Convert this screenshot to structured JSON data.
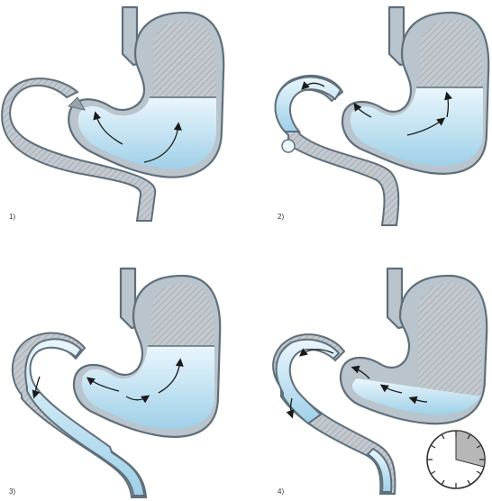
{
  "panels": [
    {
      "label": "1)"
    },
    {
      "label": "2)"
    },
    {
      "label": "3)"
    },
    {
      "label": "4)"
    }
  ],
  "colors": {
    "fluid_light": "#eaf6fc",
    "fluid_dark": "#8cc8e4",
    "wall": "#b9c4cc",
    "outline": "#5f6f7a",
    "air_hatch": "#9aa3aa"
  },
  "icons": {
    "clock": "clock-icon"
  }
}
